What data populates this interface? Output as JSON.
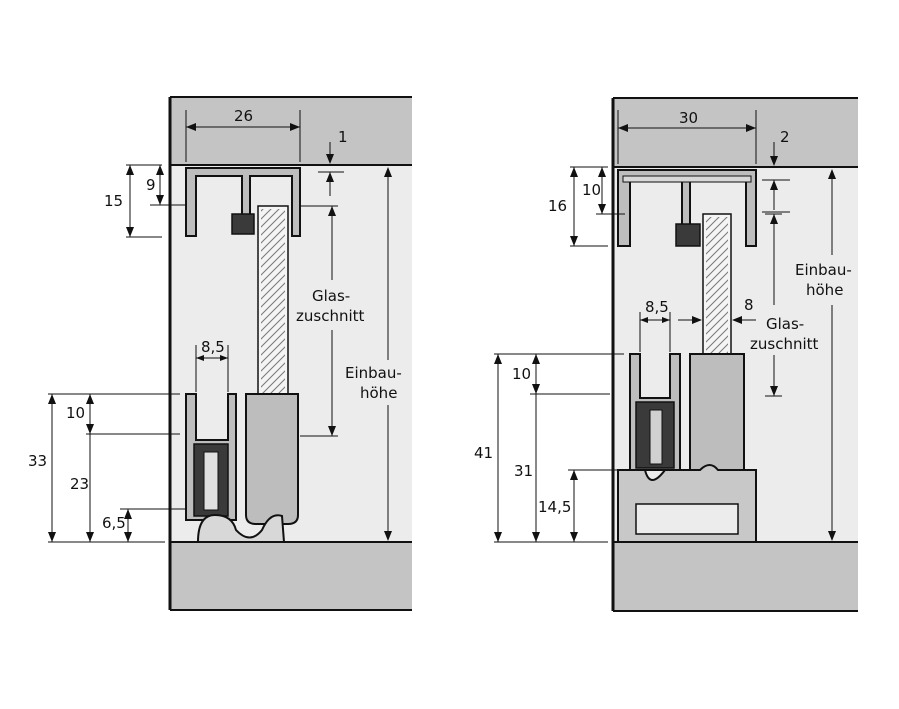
{
  "left": {
    "dims": {
      "top_width": "26",
      "top_gap": "1",
      "top_height": "15",
      "top_inner": "9",
      "glass_label_1": "Glas-",
      "glass_label_2": "zuschnitt",
      "install_label_1": "Einbau-",
      "install_label_2": "höhe",
      "bottom_width": "8,5",
      "bottom_top": "10",
      "bottom_total": "33",
      "bottom_mid": "23",
      "bottom_low": "6,5"
    }
  },
  "right": {
    "dims": {
      "top_width": "30",
      "top_gap": "2",
      "top_height": "16",
      "top_inner": "10",
      "install_label_1": "Einbau-",
      "install_label_2": "höhe",
      "bottom_width": "8,5",
      "glass_thickness": "8",
      "glass_label_1": "Glas-",
      "glass_label_2": "zuschnitt",
      "bottom_top": "10",
      "bottom_total": "41",
      "bottom_mid": "31",
      "bottom_low": "14,5"
    }
  }
}
